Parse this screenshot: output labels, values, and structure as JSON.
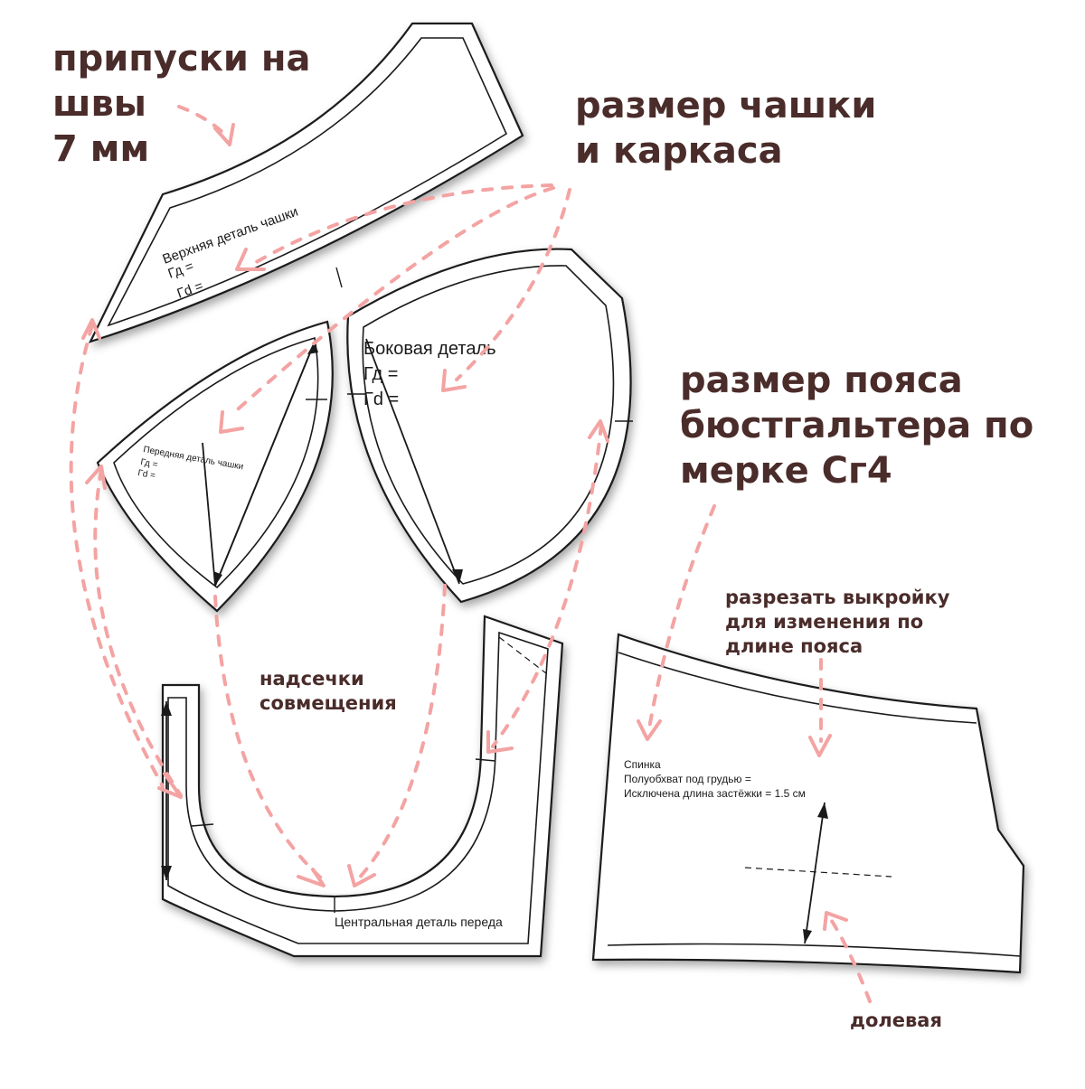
{
  "callouts": {
    "seam_allowance": [
      "припуски на",
      "швы",
      "7 мм"
    ],
    "cup_size": [
      "размер чашки",
      "и каркаса"
    ],
    "band_size": [
      "размер пояса",
      "бюстгальтера по",
      "мерке Сг4"
    ],
    "cut_pattern": [
      "разрезать выкройку",
      "для изменения по",
      "длине пояса"
    ],
    "notches": [
      "надсечки",
      "совмещения"
    ],
    "grainline": "долевая"
  },
  "pieces": {
    "upper_cup": {
      "title": "Верхняя деталь чашки",
      "line1": "Гд =",
      "line2": "Гd ="
    },
    "front_cup": {
      "title": "Передняя деталь чашки",
      "line1": "Гд =",
      "line2": "Гd ="
    },
    "side_cup": {
      "title": "Боковая деталь",
      "line1": "Гд =",
      "line2": "Гd ="
    },
    "center_front": {
      "title": "Центральная деталь переда"
    },
    "back": {
      "title": "Спинка",
      "line1": "Полуобхват под грудью =",
      "line2": "Исключена длина застёжки = 1.5 см"
    }
  },
  "colors": {
    "text": "#4a2c2a",
    "arrows": "#f4a3a3",
    "outline": "#1a1a1a",
    "shadow": "#9a9a9a"
  }
}
